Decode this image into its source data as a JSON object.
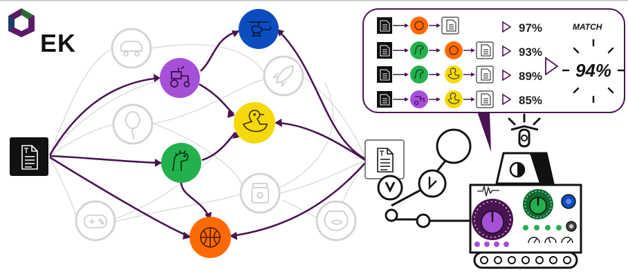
{
  "brand": {
    "name": "EK"
  },
  "match_panel": {
    "title": "MATCH",
    "overall": "94%",
    "rows": [
      {
        "percent": "97%"
      },
      {
        "percent": "93%"
      },
      {
        "percent": "89%"
      },
      {
        "percent": "85%"
      }
    ]
  },
  "colors": {
    "purple": "#4a1352",
    "violet": "#a64fd8",
    "green": "#22b14c",
    "orange": "#ff6a00",
    "yellow": "#f5d90a",
    "blue": "#0b4dbf",
    "faded": "#d4d4d4"
  },
  "nodes": [
    {
      "name": "document-node",
      "icon": "document-icon"
    },
    {
      "name": "car-node",
      "icon": "car-icon"
    },
    {
      "name": "tractor-node",
      "icon": "tractor-icon"
    },
    {
      "name": "balloon-node",
      "icon": "balloon-icon"
    },
    {
      "name": "dinosaur-node",
      "icon": "dinosaur-icon"
    },
    {
      "name": "gamepad-node",
      "icon": "gamepad-icon"
    },
    {
      "name": "helicopter-node",
      "icon": "helicopter-icon"
    },
    {
      "name": "rocket-node",
      "icon": "rocket-icon"
    },
    {
      "name": "duck-node",
      "icon": "duck-icon"
    },
    {
      "name": "jar-node",
      "icon": "jar-icon"
    },
    {
      "name": "ball-node",
      "icon": "ball-icon"
    },
    {
      "name": "fishbowl-node",
      "icon": "fishbowl-icon"
    }
  ]
}
